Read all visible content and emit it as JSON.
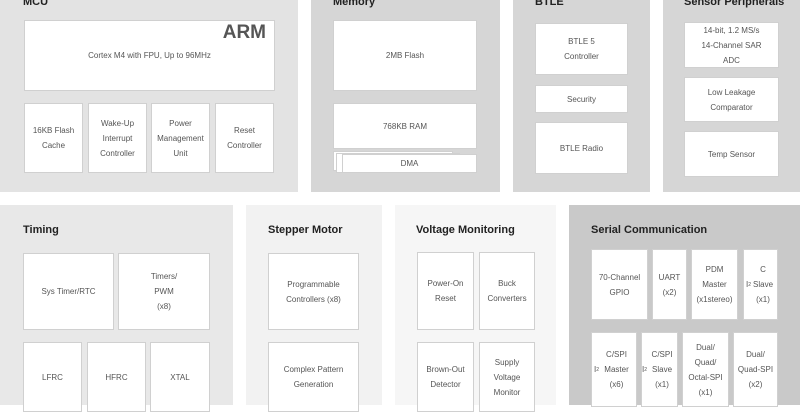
{
  "mcu": {
    "title": "MCU",
    "arm_logo": "ARM",
    "core": "Cortex M4 with FPU, Up to 96MHz",
    "blocks": [
      "16KB Flash Cache",
      "Wake-Up Interrupt Controller",
      "Power Management Unit",
      "Reset Controller"
    ]
  },
  "memory": {
    "title": "Memory",
    "blocks": [
      "2MB Flash",
      "768KB RAM",
      "DMA"
    ]
  },
  "btle": {
    "title": "BTLE",
    "blocks": [
      "BTLE 5 Controller",
      "Security",
      "BTLE Radio"
    ]
  },
  "sensor": {
    "title": "Sensor Peripherals",
    "blocks": [
      "14-bit, 1.2 MS/s 14-Channel SAR ADC",
      "Low Leakage Comparator",
      "Temp Sensor"
    ]
  },
  "timing": {
    "title": "Timing",
    "blocks": [
      "Sys Timer/RTC",
      "Timers/ PWM (x8)",
      "LFRC",
      "HFRC",
      "XTAL"
    ]
  },
  "stepper": {
    "title": "Stepper Motor",
    "blocks": [
      "Programmable Controllers (x8)",
      "Complex Pattern Generation"
    ]
  },
  "voltage": {
    "title": "Voltage Monitoring",
    "blocks": [
      "Power-On Reset",
      "Buck Converters",
      "Brown-Out Detector",
      "Supply Voltage Monitor"
    ]
  },
  "serial": {
    "title": "Serial Communication",
    "blocks": [
      "70-Channel GPIO",
      "UART (x2)",
      "PDM Master (x1stereo)",
      "I2C Slave (x1)",
      "I2C/SPI Master (x6)",
      "I2C/SPI Slave (x1)",
      "Dual/ Quad/ Octal-SPI (x1)",
      "Dual/ Quad-SPI (x2)"
    ]
  }
}
